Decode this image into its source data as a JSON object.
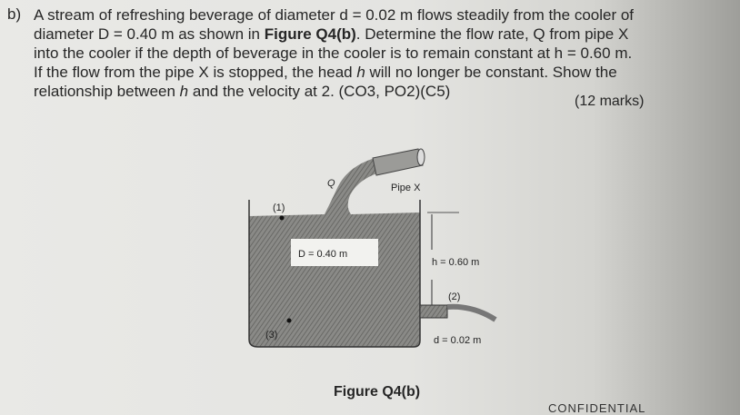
{
  "question": {
    "label": "b)",
    "lines": [
      {
        "pre": "A stream of refreshing beverage of diameter d = 0.02 m flows steadily from the cooler of"
      },
      {
        "pre": "diameter D = 0.40 m as shown in ",
        "bold": "Figure Q4(b)",
        "post": ". Determine the flow rate, Q from pipe X"
      },
      {
        "pre": "into the cooler if the depth of beverage in the cooler is to remain constant at h = 0.60 m."
      },
      {
        "pre": "If the flow from the pipe X is stopped, the head ",
        "ital": "h",
        "post": " will no longer be constant. Show the"
      },
      {
        "pre": "relationship between ",
        "ital": "h",
        "post": " and the velocity at 2. (CO3, PO2)(C5)"
      }
    ],
    "marks": "(12 marks)"
  },
  "figure": {
    "flow_label": "Q",
    "pipe_label": "Pipe X",
    "point1_label": "(1)",
    "point2_label": "(2)",
    "point3_label": "(3)",
    "diameter_label": "D = 0.40 m",
    "head_label": "h = 0.60 m",
    "outlet_label": "d = 0.02 m",
    "caption": "Figure Q4(b)"
  },
  "footer": {
    "confidential": "CONFIDENTIAL"
  }
}
